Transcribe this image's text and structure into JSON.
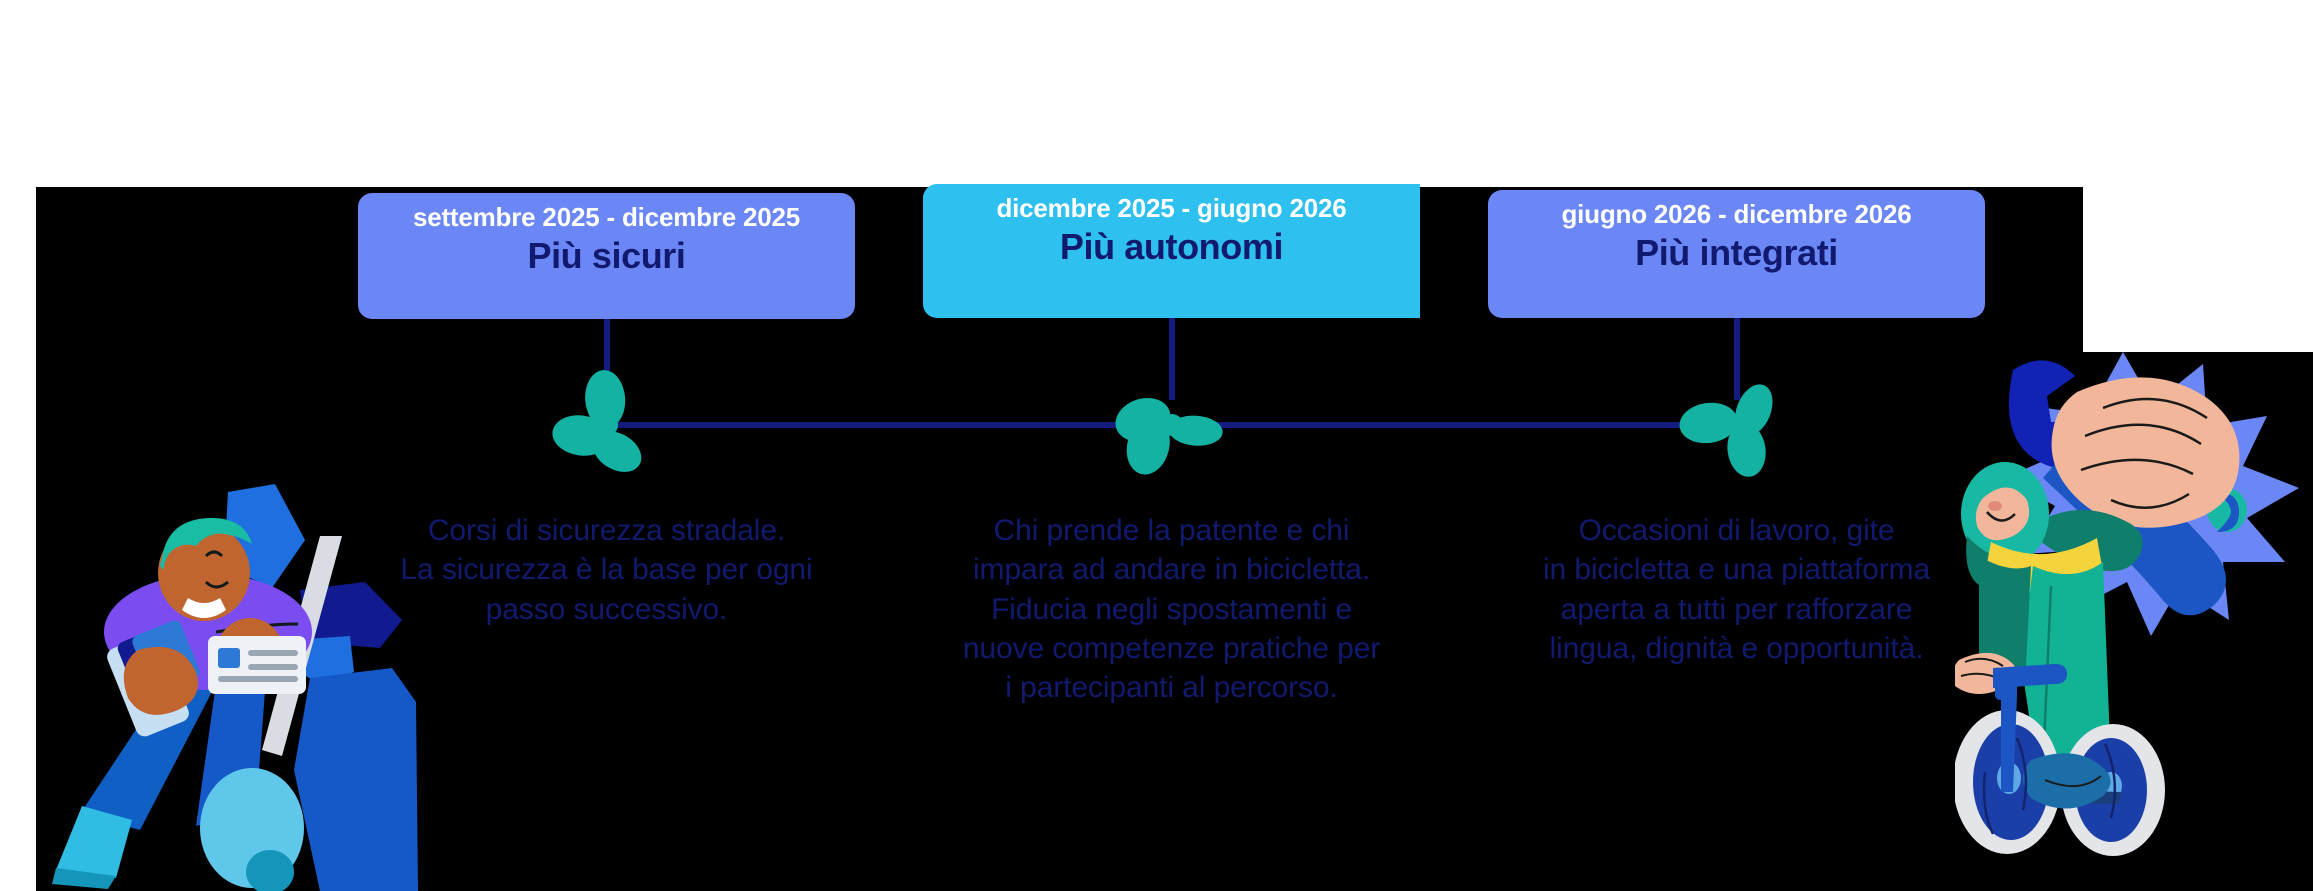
{
  "theme": {
    "backdrop": "#000000",
    "page_background": "#ffffff",
    "card_blue": "#6b87f5",
    "card_cyan": "#2ec0ee",
    "text_navy": "#111a6e",
    "text_white": "#ffffff",
    "connector_line": "#141c80",
    "marker_teal": "#13b2a2"
  },
  "timeline": {
    "milestones": [
      {
        "range": "settembre 2025 - dicembre 2025",
        "title": "Più sicuri",
        "description": "Corsi di sicurezza stradale.\nLa sicurezza è la base per ogni\npasso successivo.",
        "marker_name": "timeline-marker-propeller",
        "accent": "#6b87f5"
      },
      {
        "range": "dicembre 2025 - giugno 2026",
        "title": "Più autonomi",
        "description": "Chi prende la patente e chi\nimpara ad andare in bicicletta.\nFiducia negli spostamenti e\nnuove competenze pratiche per\ni partecipanti al percorso.",
        "marker_name": "timeline-marker-propeller",
        "accent": "#2ec0ee"
      },
      {
        "range": "giugno 2026 - dicembre 2026",
        "title": "Più integrati",
        "description": "Occasioni di lavoro, gite\nin bicicletta e una piattaforma\naperta a tutti per rafforzare\nlingua, dignità e opportunità.",
        "marker_name": "timeline-marker-propeller",
        "accent": "#6b87f5"
      }
    ]
  },
  "illustrations": {
    "left": {
      "name": "person-with-id-card-illustration",
      "colors": {
        "skin": "#c0652f",
        "hair": "#18bda4",
        "shirt": "#7b4df0",
        "pants": "#0f5fc4",
        "shoe": "#5fc8ea",
        "shape_blue": "#1f6fe0",
        "shape_navy": "#111a8e",
        "pole": "#d9dde3"
      }
    },
    "right": {
      "name": "woman-on-bicycle-with-wrench-illustration",
      "colors": {
        "skin": "#f2b79b",
        "hijab": "#17b9a4",
        "dress": "#12b294",
        "sleeve": "#0f7f6c",
        "belt": "#f4d33c",
        "burst": "#6b87f5",
        "wrench": "#1122b5",
        "bike": "#1b56c4",
        "tire": "#e3e5e8"
      }
    }
  }
}
